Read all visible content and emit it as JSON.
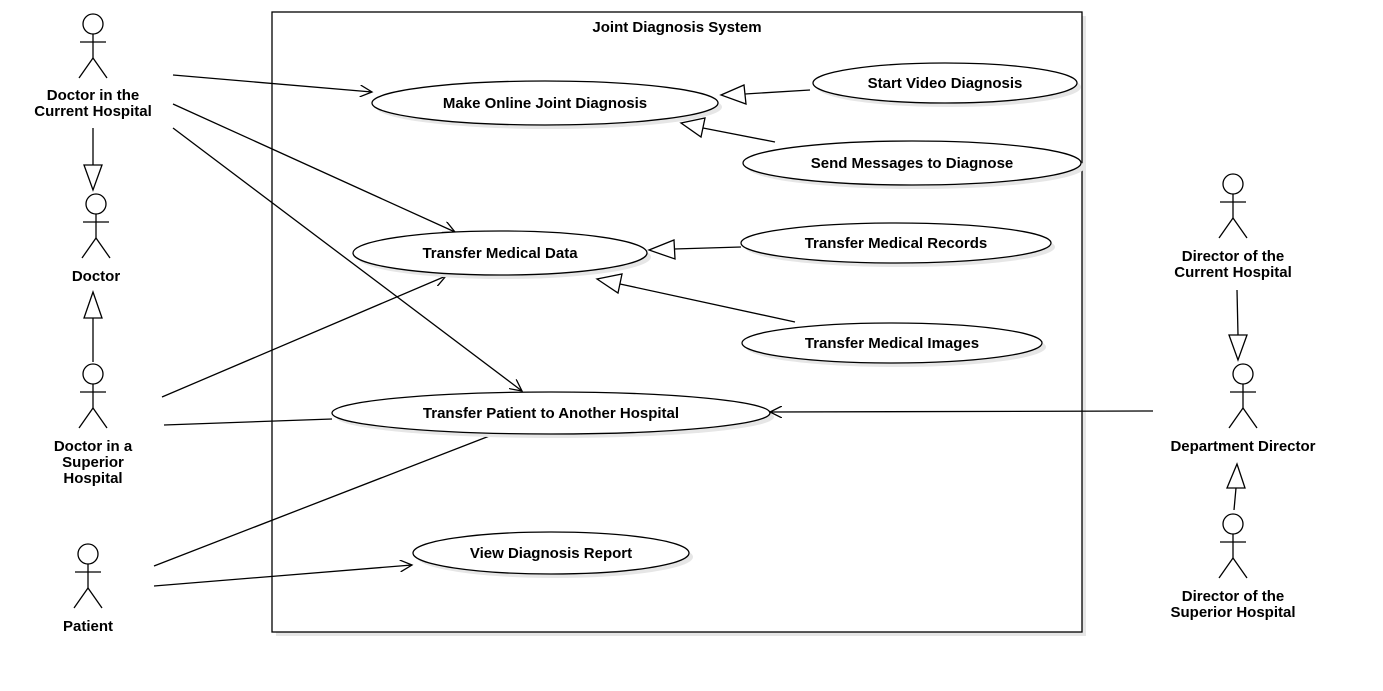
{
  "system": {
    "title": "Joint Diagnosis System"
  },
  "actors": {
    "doctor_current": [
      "Doctor in the",
      "Current Hospital"
    ],
    "doctor": [
      "Doctor"
    ],
    "doctor_superior": [
      "Doctor in a",
      "Superior",
      "Hospital"
    ],
    "patient": [
      "Patient"
    ],
    "director_current": [
      "Director of the",
      "Current Hospital"
    ],
    "department_director": [
      "Department Director"
    ],
    "director_superior": [
      "Director of the",
      "Superior Hospital"
    ]
  },
  "use_cases": {
    "make_online": "Make Online Joint Diagnosis",
    "start_video": "Start Video Diagnosis",
    "send_messages": "Send Messages to Diagnose",
    "transfer_data": "Transfer Medical Data",
    "transfer_records": "Transfer Medical Records",
    "transfer_images": "Transfer Medical Images",
    "transfer_patient": "Transfer Patient to Another Hospital",
    "view_report": "View Diagnosis Report"
  }
}
